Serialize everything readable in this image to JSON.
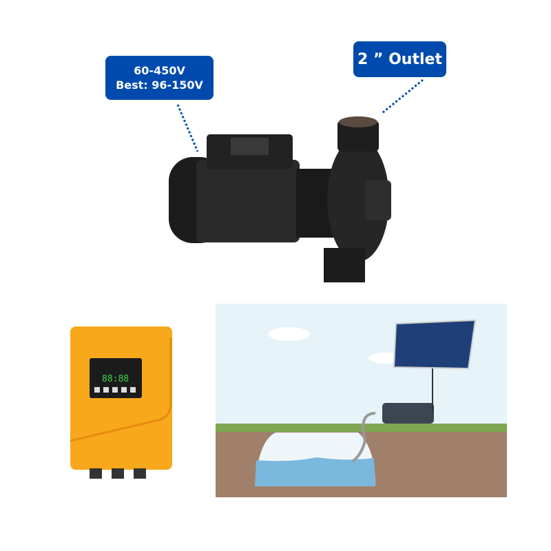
{
  "voltage_badge": {
    "line1": "60-450V",
    "line2": "Best: 96-150V"
  },
  "outlet_badge": {
    "label": "2 ” Outlet"
  },
  "controller": {
    "display": "88:88"
  },
  "colors": {
    "badge": "#004aad",
    "controller": "#f7a81b",
    "sky": "#e6f3f8",
    "soil": "#a0806a",
    "grass": "#7fa652",
    "water": "#7ab8de"
  }
}
